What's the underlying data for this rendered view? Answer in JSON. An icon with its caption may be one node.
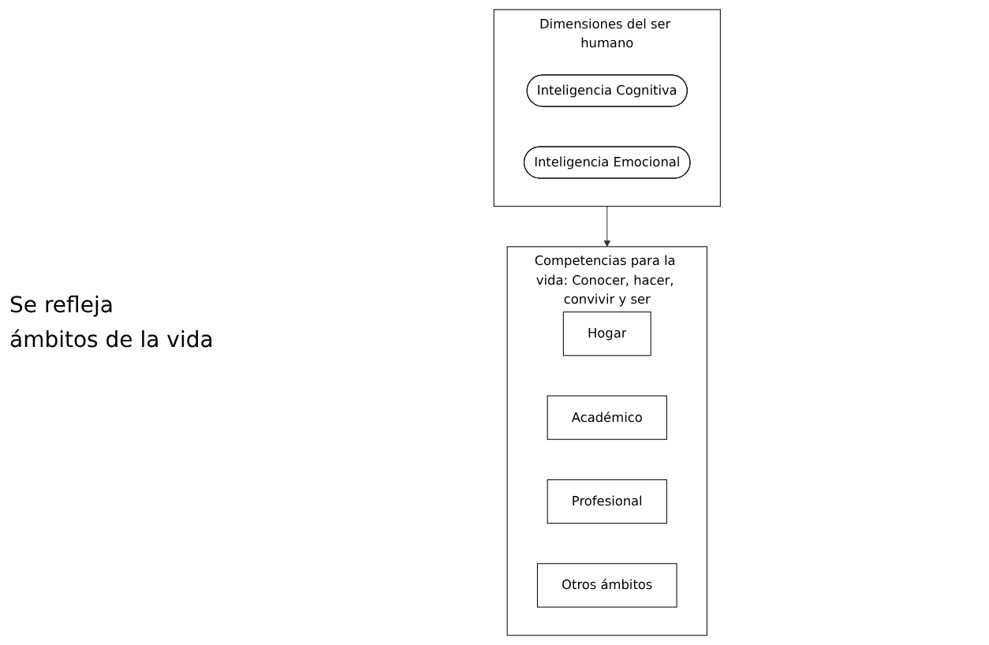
{
  "diagram": {
    "nodes": [
      {
        "text": [
          "Dimensiones del ser humano"
        ]
      },
      {
        "text": [
          "Inteligencia Cognitiva"
        ],
        "in": 0
      },
      {
        "text": [
          "Inteligencia Emocional"
        ],
        "in": 0
      },
      {
        "text": [
          "Competencias para la vida: Conocer, hacer, convivir y ser"
        ]
      },
      {
        "text": [
          "Hogar"
        ],
        "in": 3
      },
      {
        "text": [
          "Académico"
        ],
        "in": 3
      },
      {
        "text": [
          "Profesional"
        ],
        "in": 3
      },
      {
        "text": [
          "Otros ámbitos"
        ],
        "in": 3
      }
    ],
    "edges": [
      {
        "from": 0,
        "to": 3,
        "arrow": "to"
      }
    ],
    "labels": [
      "Se refleja",
      "ámbitos de la vida"
    ]
  }
}
